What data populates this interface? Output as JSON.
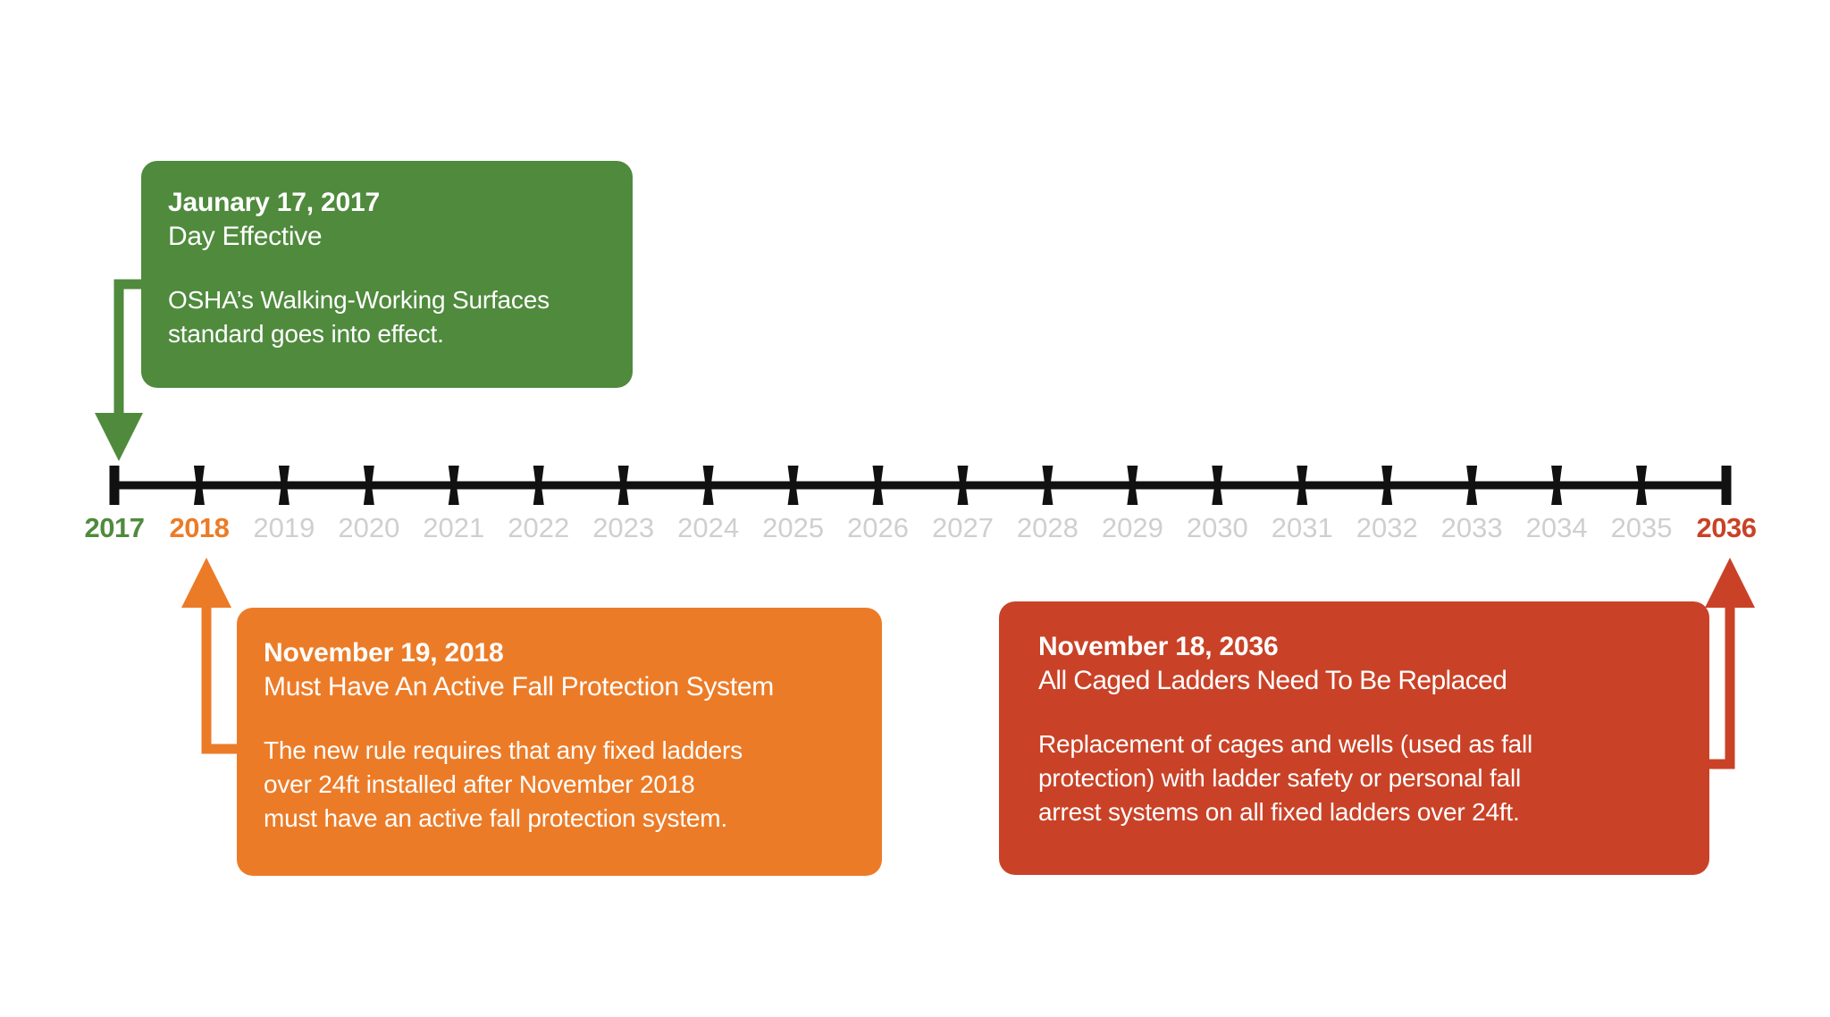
{
  "colors": {
    "green": "#4F8A3D",
    "orange": "#EC7B27",
    "red": "#C94227",
    "axis": "#111111",
    "year_default": "#cfcfcf"
  },
  "timeline": {
    "years": [
      {
        "year": "2017",
        "style": "green"
      },
      {
        "year": "2018",
        "style": "orange"
      },
      {
        "year": "2019",
        "style": "default"
      },
      {
        "year": "2020",
        "style": "default"
      },
      {
        "year": "2021",
        "style": "default"
      },
      {
        "year": "2022",
        "style": "default"
      },
      {
        "year": "2023",
        "style": "default"
      },
      {
        "year": "2024",
        "style": "default"
      },
      {
        "year": "2025",
        "style": "default"
      },
      {
        "year": "2026",
        "style": "default"
      },
      {
        "year": "2027",
        "style": "default"
      },
      {
        "year": "2028",
        "style": "default"
      },
      {
        "year": "2029",
        "style": "default"
      },
      {
        "year": "2030",
        "style": "default"
      },
      {
        "year": "2031",
        "style": "default"
      },
      {
        "year": "2032",
        "style": "default"
      },
      {
        "year": "2033",
        "style": "default"
      },
      {
        "year": "2034",
        "style": "default"
      },
      {
        "year": "2035",
        "style": "default"
      },
      {
        "year": "2036",
        "style": "red"
      }
    ]
  },
  "callouts": {
    "effective": {
      "date": "Jaunary 17, 2017",
      "subtitle": "Day Effective",
      "body": "OSHA’s Walking-Working Surfaces\nstandard goes into effect.",
      "color": "#4F8A3D",
      "anchor_year": "2017"
    },
    "fall_protection": {
      "date": "November 19, 2018",
      "subtitle": "Must Have An Active Fall Protection System",
      "body": "The new rule requires that any fixed ladders\nover 24ft installed after November 2018\nmust have an active fall protection system.",
      "color": "#EC7B27",
      "anchor_year": "2018"
    },
    "caged_ladders": {
      "date": "November 18, 2036",
      "subtitle": "All Caged Ladders Need To Be Replaced",
      "body": "Replacement of cages and wells (used as fall\nprotection) with ladder safety or personal fall\narrest systems on all fixed ladders over 24ft.",
      "color": "#C94227",
      "anchor_year": "2036"
    }
  }
}
